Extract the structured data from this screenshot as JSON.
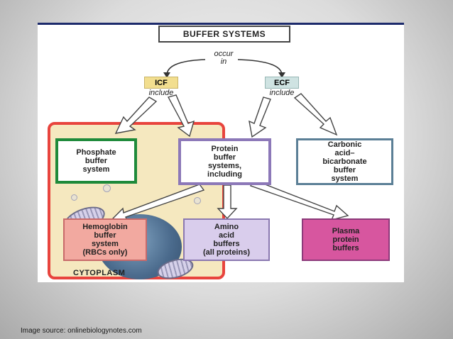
{
  "diagram": {
    "title": "BUFFER SYSTEMS",
    "occur": "occur",
    "in": "in",
    "icf": "ICF",
    "ecf": "ECF",
    "include_left": "include",
    "include_right": "include",
    "boxes": {
      "phosphate": [
        "Phosphate",
        "buffer",
        "system"
      ],
      "protein": [
        "Protein",
        "buffer",
        "systems,",
        "including"
      ],
      "carbonic": [
        "Carbonic",
        "acid–",
        "bicarbonate",
        "buffer",
        "system"
      ],
      "hemoglobin": [
        "Hemoglobin",
        "buffer",
        "system",
        "(RBCs only)"
      ],
      "amino": [
        "Amino",
        "acid",
        "buffers",
        "(all proteins)"
      ],
      "plasma": [
        "Plasma",
        "protein",
        "buffers"
      ]
    },
    "cytoplasm": "CYTOPLASM",
    "colors": {
      "cell_border": "#e8443d",
      "cytoplasm_fill": "#f5e8bf",
      "icf_tag": "#f2de8f",
      "ecf_tag": "#cfe3e2",
      "phosphate_border": "#1e8a3a",
      "protein_border": "#8c78b8",
      "hemoglobin_fill": "#f2a9a0",
      "amino_fill": "#d9cdec",
      "plasma_fill": "#d7569f"
    }
  },
  "caption": "Image source: onlinebiologynotes.com"
}
